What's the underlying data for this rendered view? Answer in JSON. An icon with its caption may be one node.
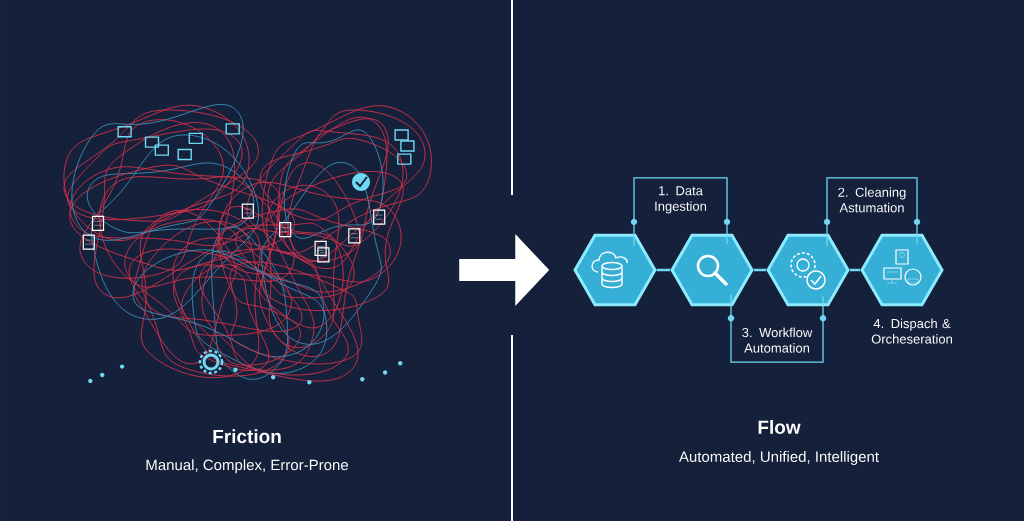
{
  "diagram": {
    "nodes": [
      {
        "text": [],
        "shape": "picture",
        "beside": [
          "Friction",
          "Manual, Complex, Error-Prone"
        ]
      },
      {
        "text": [],
        "shape": "hexagon"
      },
      {
        "text": [],
        "shape": "hexagon"
      },
      {
        "text": [],
        "shape": "hexagon"
      },
      {
        "text": [],
        "shape": "hexagon",
        "beside": [
          "4. Dispach & Orcheseration"
        ]
      }
    ],
    "edges": [
      {
        "from": 0,
        "to": 1,
        "arrow": "to",
        "style": "thick",
        "color": "#ffffff"
      },
      {
        "from": 1,
        "to": 2,
        "arrow": "none"
      },
      {
        "from": 2,
        "to": 3,
        "arrow": "none"
      },
      {
        "from": 3,
        "to": 4,
        "arrow": "none"
      },
      {
        "from": 1,
        "to": 2,
        "arrow": "none",
        "label": "1. Data Ingestion"
      },
      {
        "from": 3,
        "to": 4,
        "arrow": "none",
        "label": "2. Cleaning Astumation"
      },
      {
        "from": 2,
        "to": 3,
        "arrow": "none",
        "label": "3. Workflow Automation"
      }
    ],
    "labels": [
      "Flow",
      "Automated, Unified, Intelligent"
    ]
  }
}
